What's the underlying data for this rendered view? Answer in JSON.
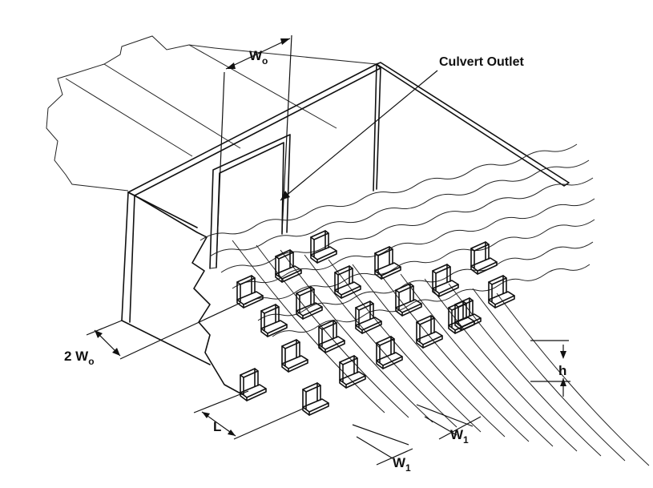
{
  "labels": {
    "culvert_outlet": "Culvert Outlet",
    "w0_main": "W",
    "w0_sub": "o",
    "two_w0_main": "2 W",
    "two_w0_sub": "o",
    "L": "L",
    "h": "h",
    "w1_main": "W",
    "w1_sub": "1"
  },
  "blocks": {
    "count": 21,
    "rows": 3,
    "columns": 7
  },
  "colors": {
    "ink": "#111111",
    "background": "#ffffff"
  }
}
